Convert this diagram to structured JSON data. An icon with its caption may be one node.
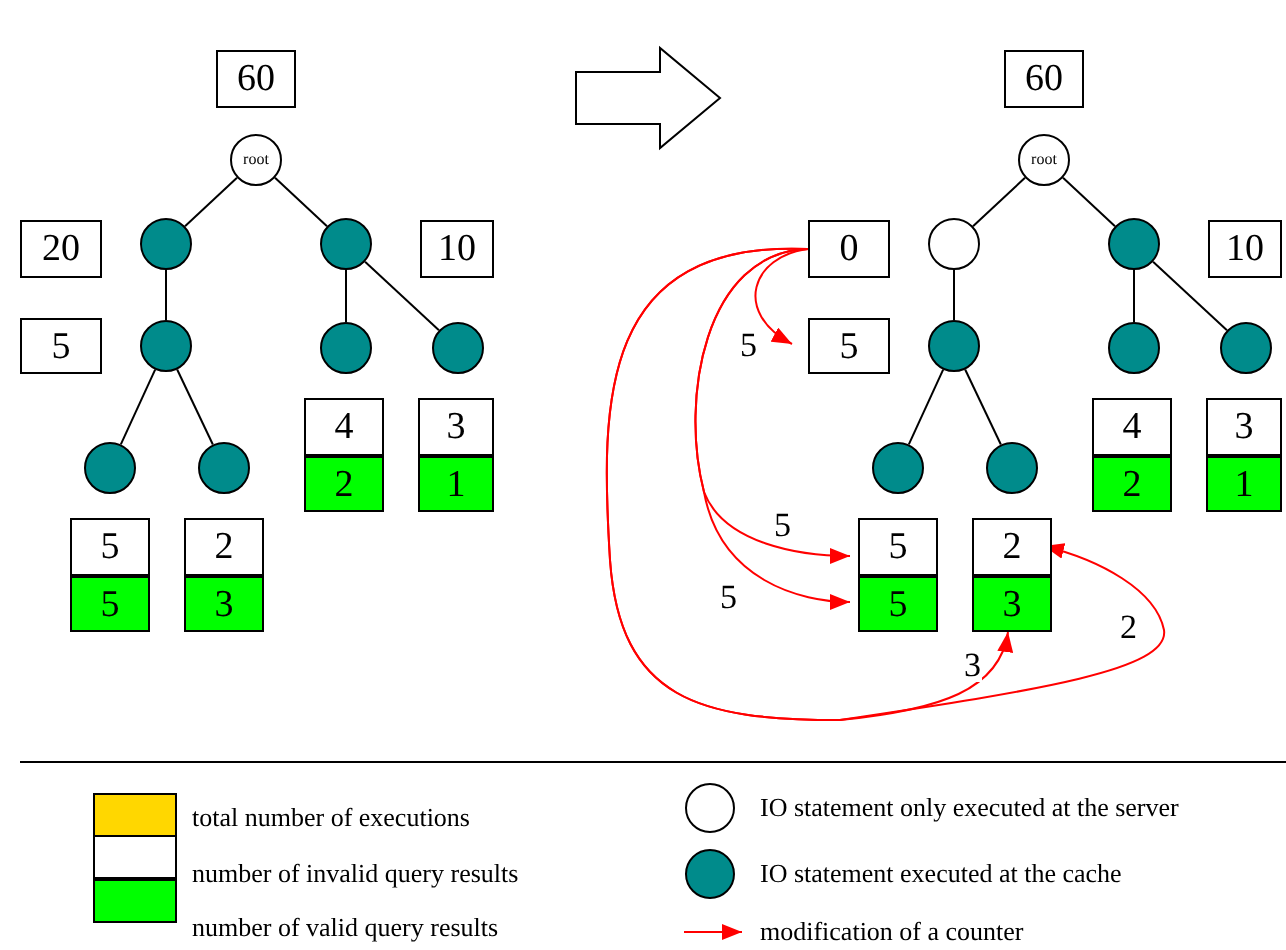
{
  "diagram": {
    "nodes": [
      {
        "text": [
          "60"
        ]
      },
      {
        "text": [
          "root"
        ]
      },
      {
        "text": [
          "20"
        ]
      },
      {
        "text": [],
        "shape": "circle"
      },
      {
        "text": [],
        "shape": "circle"
      },
      {
        "text": [
          "10"
        ]
      },
      {
        "text": [
          "5"
        ]
      },
      {
        "text": [],
        "shape": "circle"
      },
      {
        "text": [],
        "shape": "circle"
      },
      {
        "text": [],
        "shape": "circle"
      },
      {
        "text": [],
        "shape": "circle"
      },
      {
        "text": [],
        "shape": "circle"
      },
      {
        "text": [
          "4"
        ]
      },
      {
        "text": [
          "2"
        ]
      },
      {
        "text": [
          "3"
        ]
      },
      {
        "text": [
          "1"
        ]
      },
      {
        "text": [
          "5"
        ]
      },
      {
        "text": [
          "5"
        ]
      },
      {
        "text": [
          "2"
        ]
      },
      {
        "text": [
          "3"
        ]
      },
      {
        "text": [
          "60"
        ]
      },
      {
        "text": [
          "root"
        ]
      },
      {
        "text": [
          "0"
        ]
      },
      {
        "text": [],
        "shape": "circle"
      },
      {
        "text": [],
        "shape": "circle"
      },
      {
        "text": [
          "10"
        ]
      },
      {
        "text": [
          "5"
        ]
      },
      {
        "text": [],
        "shape": "circle"
      },
      {
        "text": [],
        "shape": "circle"
      },
      {
        "text": [],
        "shape": "circle"
      },
      {
        "text": [],
        "shape": "circle"
      },
      {
        "text": [],
        "shape": "circle"
      },
      {
        "text": [
          "4"
        ]
      },
      {
        "text": [
          "2"
        ]
      },
      {
        "text": [
          "3"
        ]
      },
      {
        "text": [
          "1"
        ]
      },
      {
        "text": [
          "5"
        ]
      },
      {
        "text": [
          "5"
        ]
      },
      {
        "text": [
          "2"
        ]
      },
      {
        "text": [
          "3"
        ]
      }
    ],
    "edges": [
      {
        "from": 1,
        "to": 3,
        "arrow": "none"
      },
      {
        "from": 1,
        "to": 4,
        "arrow": "none"
      },
      {
        "from": 3,
        "to": 7,
        "arrow": "none"
      },
      {
        "from": 7,
        "to": 8,
        "arrow": "none"
      },
      {
        "from": 7,
        "to": 9,
        "arrow": "none"
      },
      {
        "from": 4,
        "to": 10,
        "arrow": "none"
      },
      {
        "from": 4,
        "to": 11,
        "arrow": "none"
      },
      {
        "from": 21,
        "to": 23,
        "arrow": "none"
      },
      {
        "from": 21,
        "to": 24,
        "arrow": "none"
      },
      {
        "from": 23,
        "to": 27,
        "arrow": "none"
      },
      {
        "from": 27,
        "to": 28,
        "arrow": "none"
      },
      {
        "from": 27,
        "to": 29,
        "arrow": "none"
      },
      {
        "from": 24,
        "to": 30,
        "arrow": "none"
      },
      {
        "from": 24,
        "to": 31,
        "arrow": "none"
      },
      {
        "from": 22,
        "to": 26,
        "arrow": "to",
        "label": "5",
        "color": "#ff0000"
      },
      {
        "from": 22,
        "to": 36,
        "arrow": "to",
        "label": "5",
        "color": "#ff0000"
      },
      {
        "from": 22,
        "to": 37,
        "arrow": "to",
        "label": "5",
        "color": "#ff0000"
      },
      {
        "from": 22,
        "to": 39,
        "arrow": "to",
        "label": "3",
        "color": "#ff0000"
      },
      {
        "from": 22,
        "to": 38,
        "arrow": "to",
        "label": "2",
        "color": "#ff0000"
      }
    ],
    "legend": [
      {
        "text": "total number of executions",
        "color": "#ffd700"
      },
      {
        "text": "number of invalid query results",
        "color": "#ffffff"
      },
      {
        "text": "number of valid query results",
        "color": "#00ff00"
      },
      {
        "text": "IO statement only executed at the server"
      },
      {
        "text": "IO statement executed at the cache"
      },
      {
        "text": "modification of a counter"
      }
    ]
  }
}
